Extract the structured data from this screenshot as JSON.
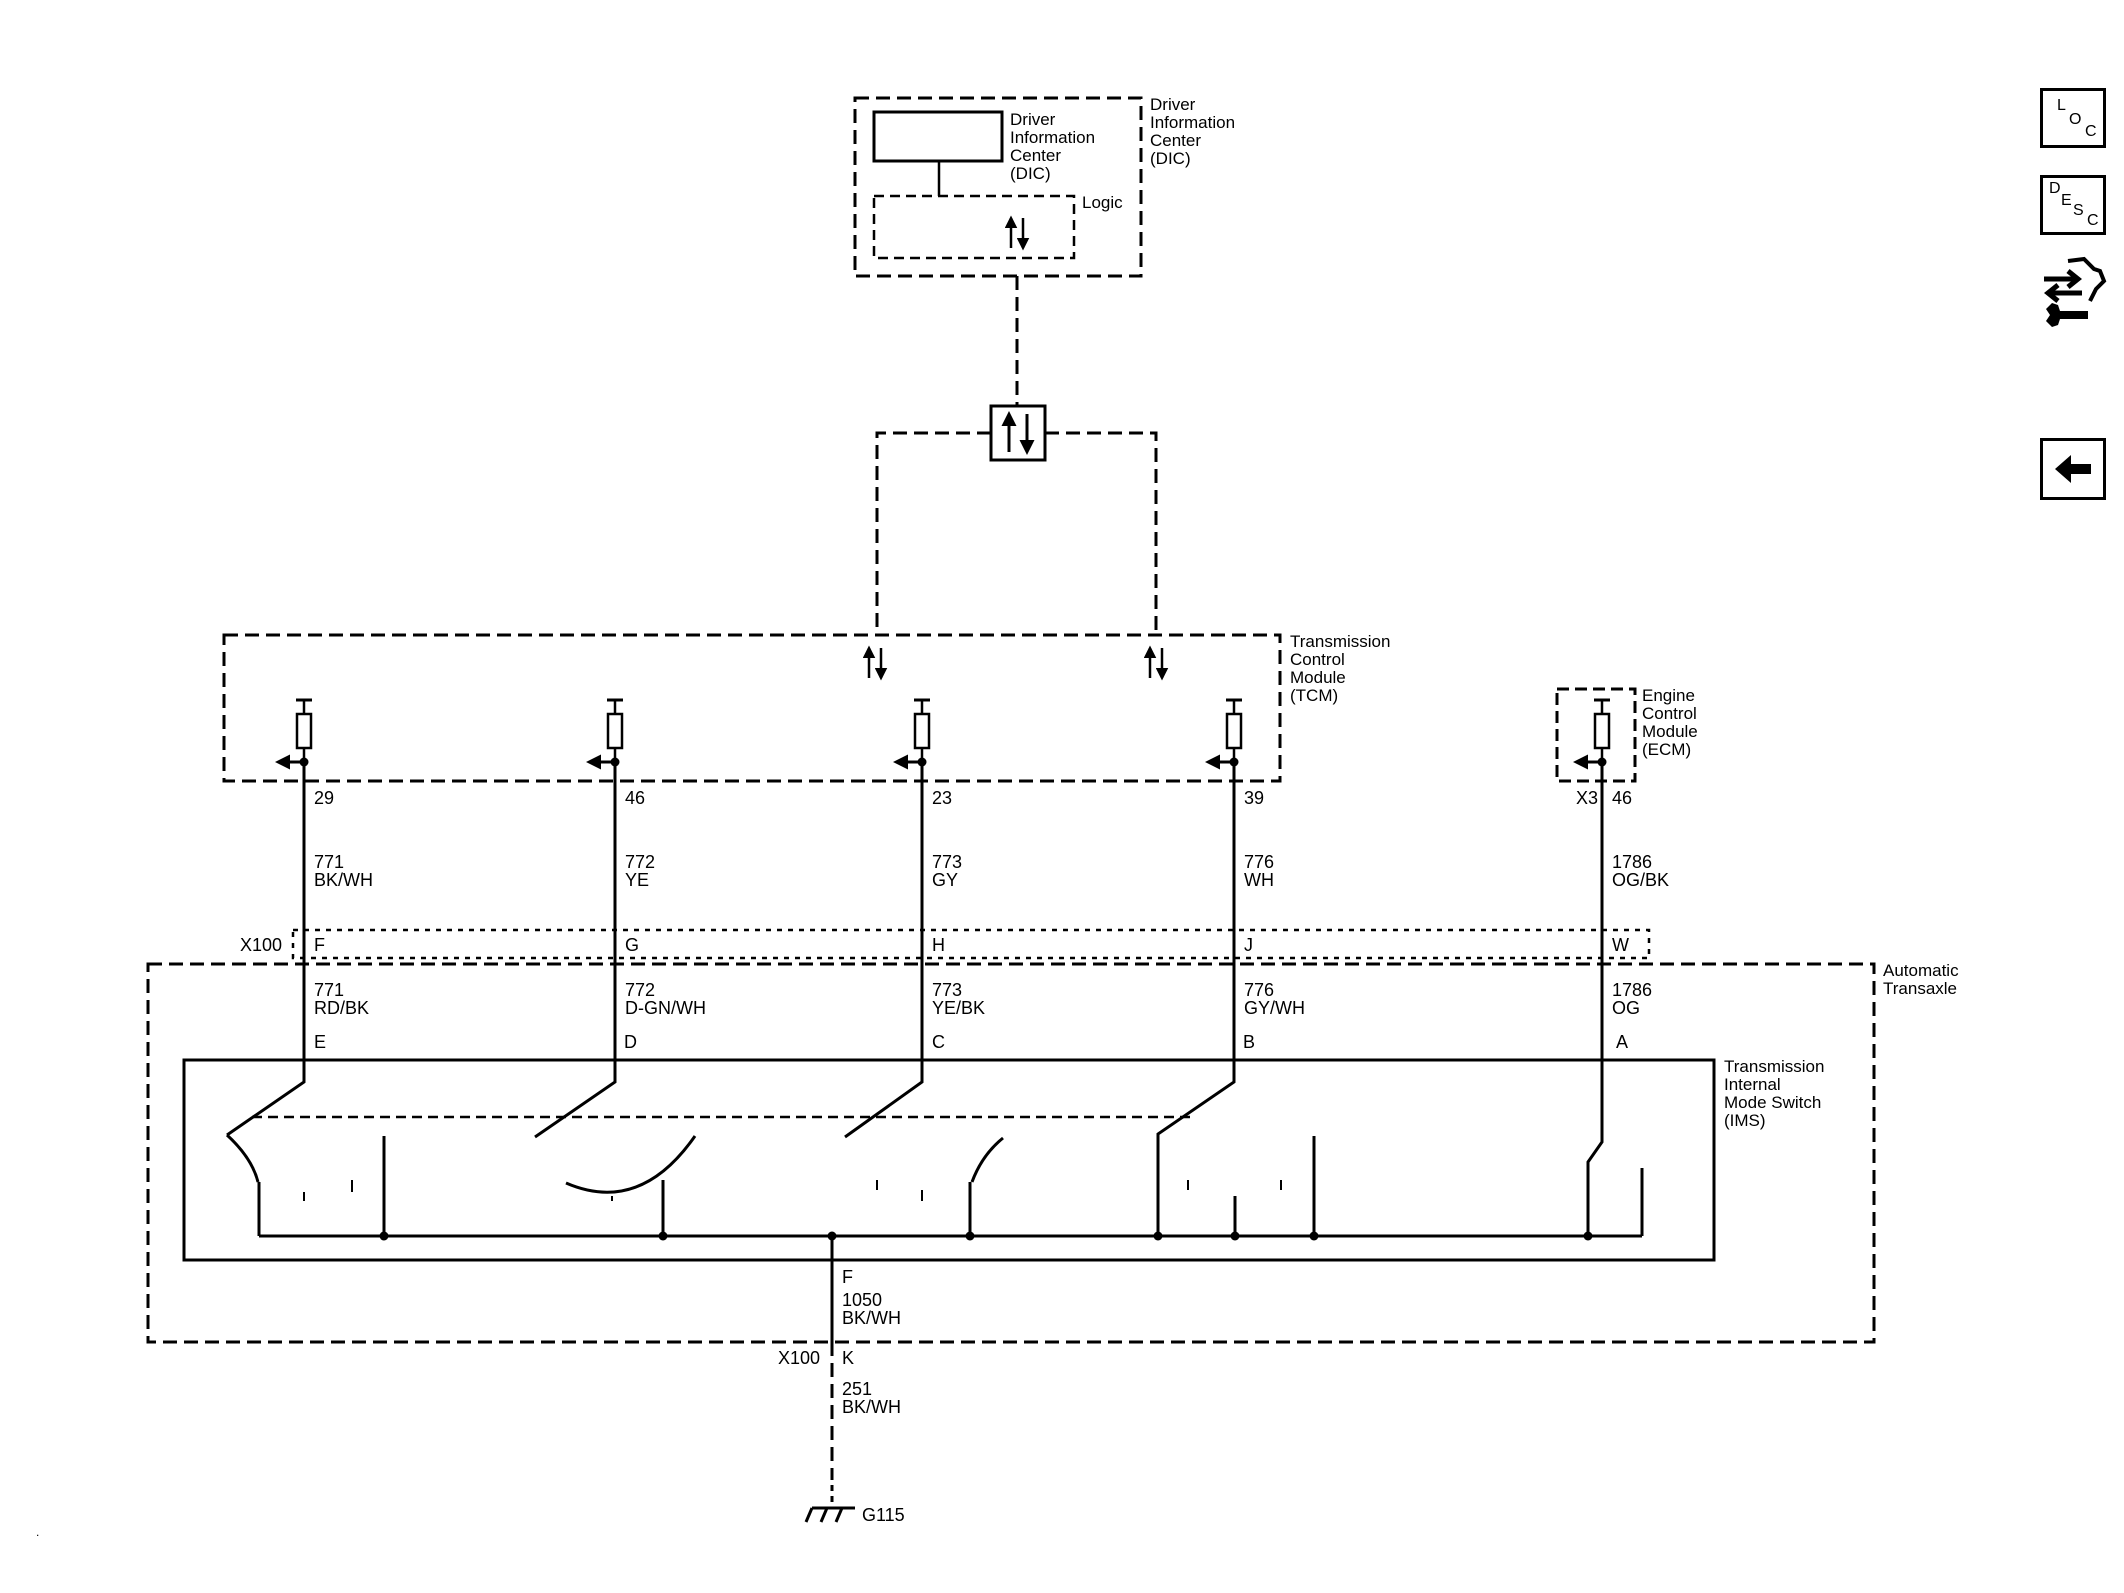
{
  "dic": {
    "module_label": [
      "Driver",
      "Information",
      "Center",
      "(DIC)"
    ],
    "inner_label": [
      "Driver",
      "Information",
      "Center",
      "(DIC)"
    ],
    "logic_label": "Logic"
  },
  "tcm": {
    "label": [
      "Transmission",
      "Control",
      "Module",
      "(TCM)"
    ]
  },
  "ecm": {
    "label": [
      "Engine",
      "Control",
      "Module",
      "(ECM)"
    ]
  },
  "transaxle": {
    "label": [
      "Automatic",
      "Transaxle"
    ]
  },
  "ims": {
    "label": [
      "Transmission",
      "Internal",
      "Mode Switch",
      "(IMS)"
    ]
  },
  "connector_x100": "X100",
  "connector_x3": "X3",
  "circuits": [
    {
      "module_pin": "29",
      "circuit": "771",
      "upper_color": "BK/WH",
      "x100_pin": "F",
      "lower_circuit": "771",
      "lower_color": "RD/BK",
      "ims_pin": "E"
    },
    {
      "module_pin": "46",
      "circuit": "772",
      "upper_color": "YE",
      "x100_pin": "G",
      "lower_circuit": "772",
      "lower_color": "D-GN/WH",
      "ims_pin": "D"
    },
    {
      "module_pin": "23",
      "circuit": "773",
      "upper_color": "GY",
      "x100_pin": "H",
      "lower_circuit": "773",
      "lower_color": "YE/BK",
      "ims_pin": "C"
    },
    {
      "module_pin": "39",
      "circuit": "776",
      "upper_color": "WH",
      "x100_pin": "J",
      "lower_circuit": "776",
      "lower_color": "GY/WH",
      "ims_pin": "B"
    },
    {
      "module_pin": "46",
      "circuit": "1786",
      "upper_color": "OG/BK",
      "x100_pin": "W",
      "lower_circuit": "1786",
      "lower_color": "OG",
      "ims_pin": "A"
    }
  ],
  "ground": {
    "ims_pin": "F",
    "circuit_upper": "1050",
    "color_upper": "BK/WH",
    "x100_pin": "K",
    "circuit_lower": "251",
    "color_lower": "BK/WH",
    "ground_label": "G115"
  },
  "side_buttons": {
    "loc": {
      "top": "L",
      "mid": "O",
      "bottom": "C"
    },
    "desc": {
      "top": "D",
      "mid": "E",
      "low": "S",
      "bottom": "C"
    }
  }
}
